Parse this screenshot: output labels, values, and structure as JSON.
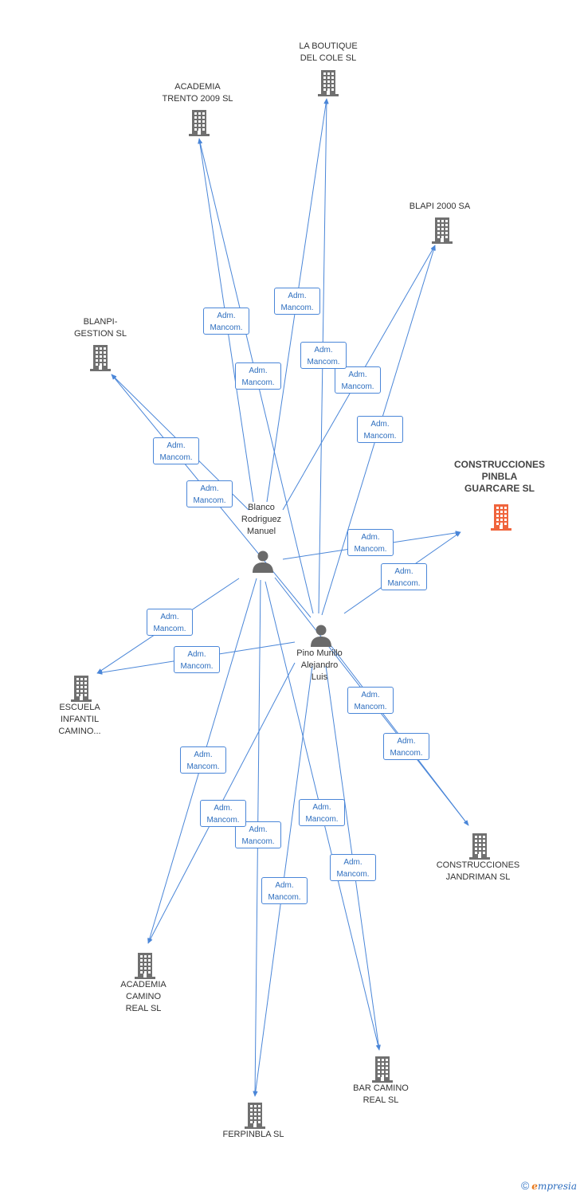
{
  "colors": {
    "edge": "#4a86d8",
    "company_icon": "#707070",
    "company_icon_highlight": "#f0643c",
    "person_icon": "#6a6a6a"
  },
  "nodes": [
    {
      "id": "la-boutique",
      "type": "company",
      "label": "LA BOUTIQUE\nDEL COLE SL"
    },
    {
      "id": "academia-trento",
      "type": "company",
      "label": "ACADEMIA\nTRENTO 2009 SL"
    },
    {
      "id": "blapi-2000",
      "type": "company",
      "label": "BLAPI 2000 SA"
    },
    {
      "id": "blanpi-gestion",
      "type": "company",
      "label": "BLANPI-\nGESTION SL"
    },
    {
      "id": "construcciones-pinbla",
      "type": "company",
      "label": "CONSTRUCCIONES\nPINBLA\nGUARCARE SL",
      "highlight": true
    },
    {
      "id": "blanco",
      "type": "person",
      "label": "Blanco\nRodriguez\nManuel"
    },
    {
      "id": "pino",
      "type": "person",
      "label": "Pino Murillo\nAlejandro\nLuis"
    },
    {
      "id": "escuela",
      "type": "company",
      "label": "ESCUELA\nINFANTIL\nCAMINO..."
    },
    {
      "id": "construcciones-jandriman",
      "type": "company",
      "label": "CONSTRUCCIONES\nJANDRIMAN SL"
    },
    {
      "id": "academia-camino",
      "type": "company",
      "label": "ACADEMIA\nCAMINO\nREAL SL"
    },
    {
      "id": "bar-camino",
      "type": "company",
      "label": "BAR CAMINO\nREAL SL"
    },
    {
      "id": "ferpinbla",
      "type": "company",
      "label": "FERPINBLA  SL"
    }
  ],
  "edge_label_text": "Adm.\nMancom.",
  "edges": [
    {
      "from": "blanco",
      "to": "la-boutique",
      "label": "Adm.\nMancom."
    },
    {
      "from": "blanco",
      "to": "academia-trento",
      "label": "Adm.\nMancom."
    },
    {
      "from": "blanco",
      "to": "blapi-2000",
      "label": "Adm.\nMancom."
    },
    {
      "from": "blanco",
      "to": "blanpi-gestion",
      "label": "Adm.\nMancom."
    },
    {
      "from": "blanco",
      "to": "construcciones-pinbla",
      "label": "Adm.\nMancom."
    },
    {
      "from": "blanco",
      "to": "escuela",
      "label": "Adm.\nMancom."
    },
    {
      "from": "blanco",
      "to": "construcciones-jandriman",
      "label": "Adm.\nMancom."
    },
    {
      "from": "blanco",
      "to": "academia-camino",
      "label": "Adm.\nMancom."
    },
    {
      "from": "blanco",
      "to": "bar-camino",
      "label": "Adm.\nMancom."
    },
    {
      "from": "blanco",
      "to": "ferpinbla",
      "label": "Adm.\nMancom."
    },
    {
      "from": "pino",
      "to": "la-boutique",
      "label": "Adm.\nMancom."
    },
    {
      "from": "pino",
      "to": "academia-trento",
      "label": "Adm.\nMancom."
    },
    {
      "from": "pino",
      "to": "blapi-2000",
      "label": "Adm.\nMancom."
    },
    {
      "from": "pino",
      "to": "blanpi-gestion",
      "label": "Adm.\nMancom."
    },
    {
      "from": "pino",
      "to": "construcciones-pinbla",
      "label": "Adm.\nMancom."
    },
    {
      "from": "pino",
      "to": "escuela",
      "label": "Adm.\nMancom."
    },
    {
      "from": "pino",
      "to": "construcciones-jandriman",
      "label": "Adm.\nMancom."
    },
    {
      "from": "pino",
      "to": "academia-camino",
      "label": "Adm.\nMancom."
    },
    {
      "from": "pino",
      "to": "bar-camino",
      "label": "Adm.\nMancom."
    },
    {
      "from": "pino",
      "to": "ferpinbla",
      "label": "Adm.\nMancom."
    }
  ],
  "footer": {
    "copyright": "©",
    "brand_e": "e",
    "brand_rest": "mpresia"
  }
}
